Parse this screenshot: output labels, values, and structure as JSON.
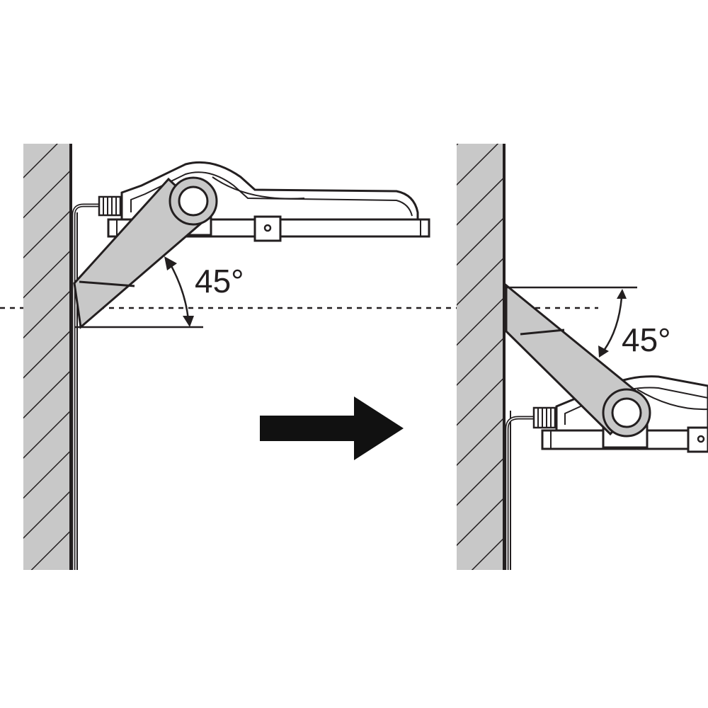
{
  "diagram": {
    "before": {
      "angle_label": "45°",
      "angle_degrees": 45
    },
    "after": {
      "angle_label": "45°",
      "angle_degrees": 45
    }
  },
  "colors": {
    "wall_fill": "#c8c8c8",
    "arm_fill": "#c8c8c8",
    "stroke": "#231f20",
    "background": "#ffffff",
    "arrow": "#111111"
  },
  "icons": {
    "transition": "right-arrow-icon"
  }
}
